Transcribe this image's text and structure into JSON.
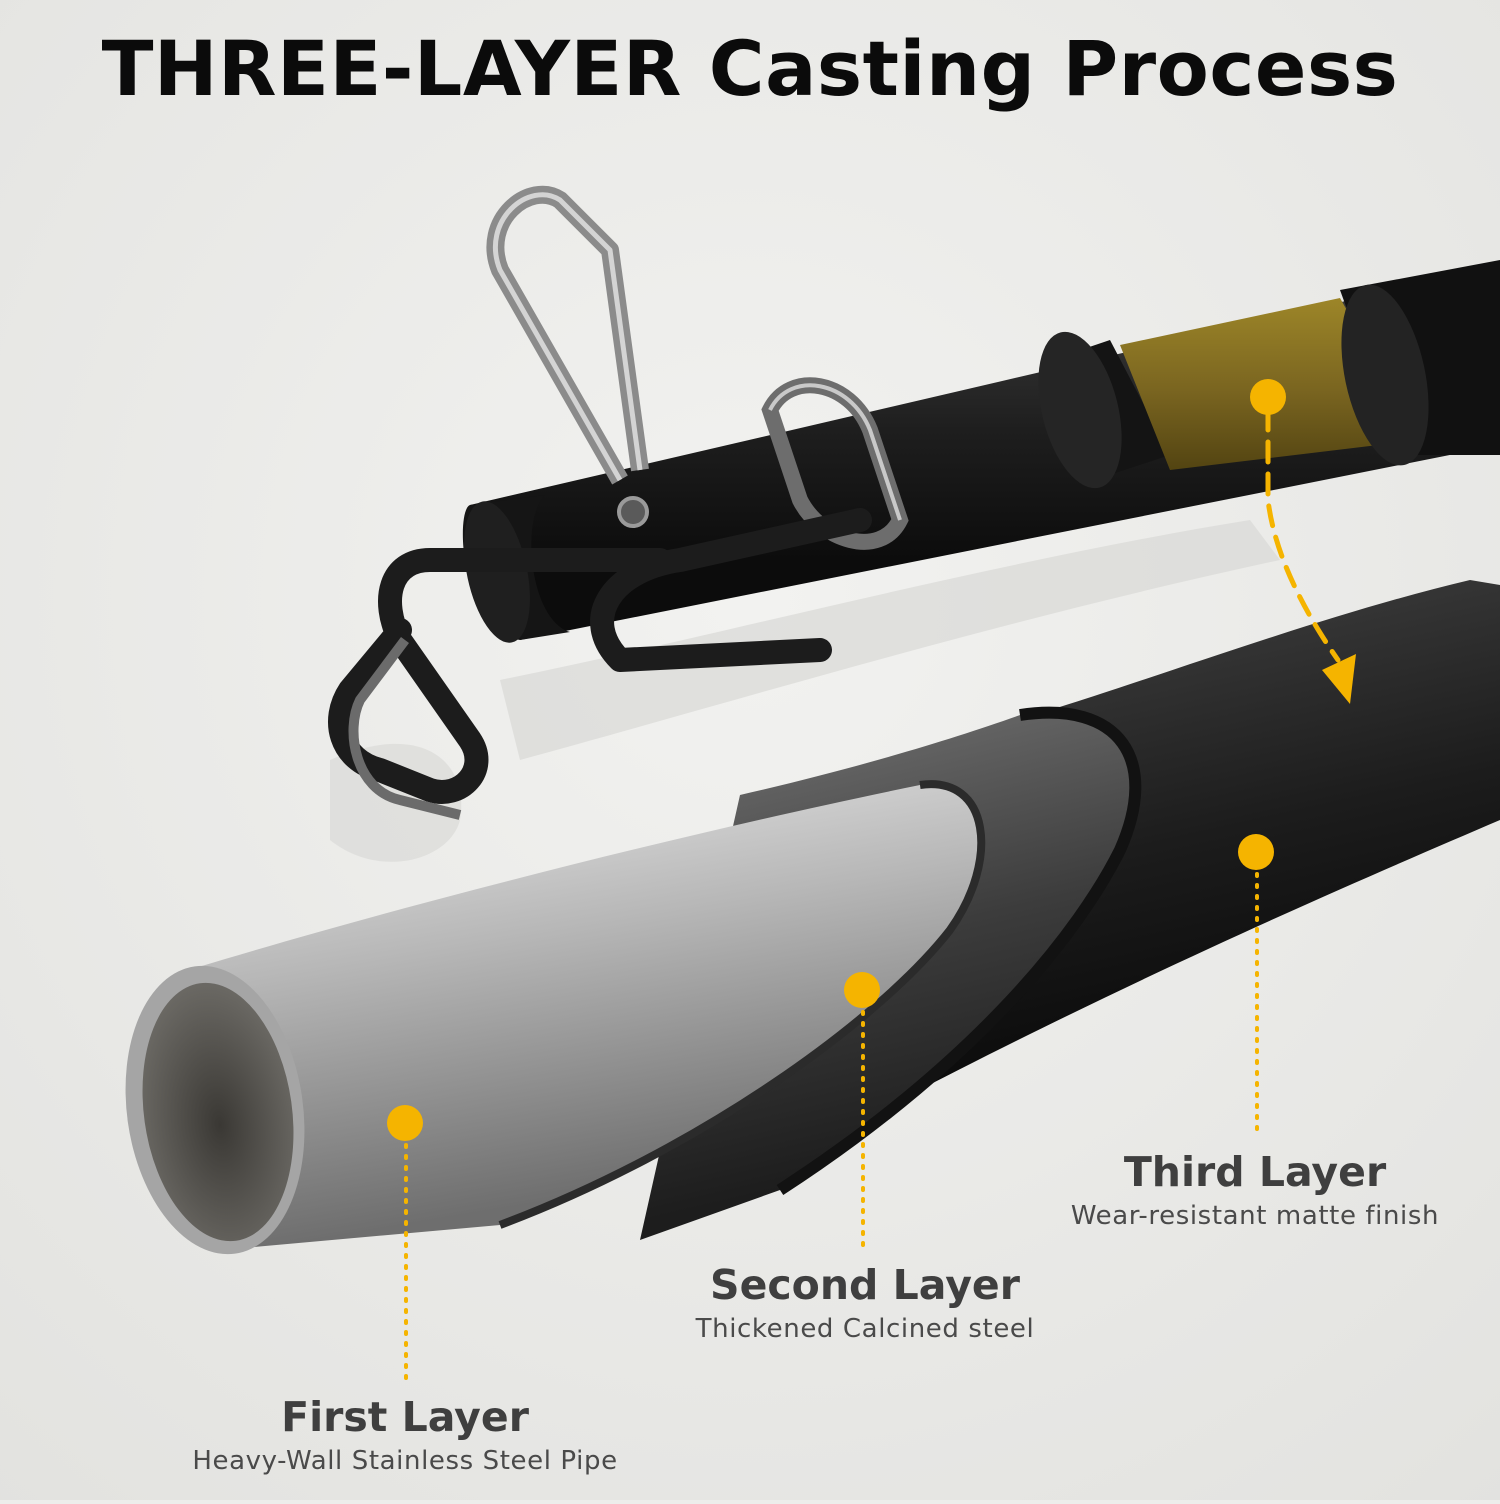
{
  "title": "THREE-LAYER Casting Process",
  "colors": {
    "accent": "#f5b400",
    "background": "#ededeb",
    "title_text": "#0b0b0b",
    "label_text": "#3f3f3f"
  },
  "layers": [
    {
      "heading": "First Layer",
      "description": "Heavy-Wall Stainless Steel Pipe"
    },
    {
      "heading": "Second Layer",
      "description": "Thickened Calcined steel"
    },
    {
      "heading": "Third Layer",
      "description": "Wear-resistant matte finish"
    }
  ]
}
